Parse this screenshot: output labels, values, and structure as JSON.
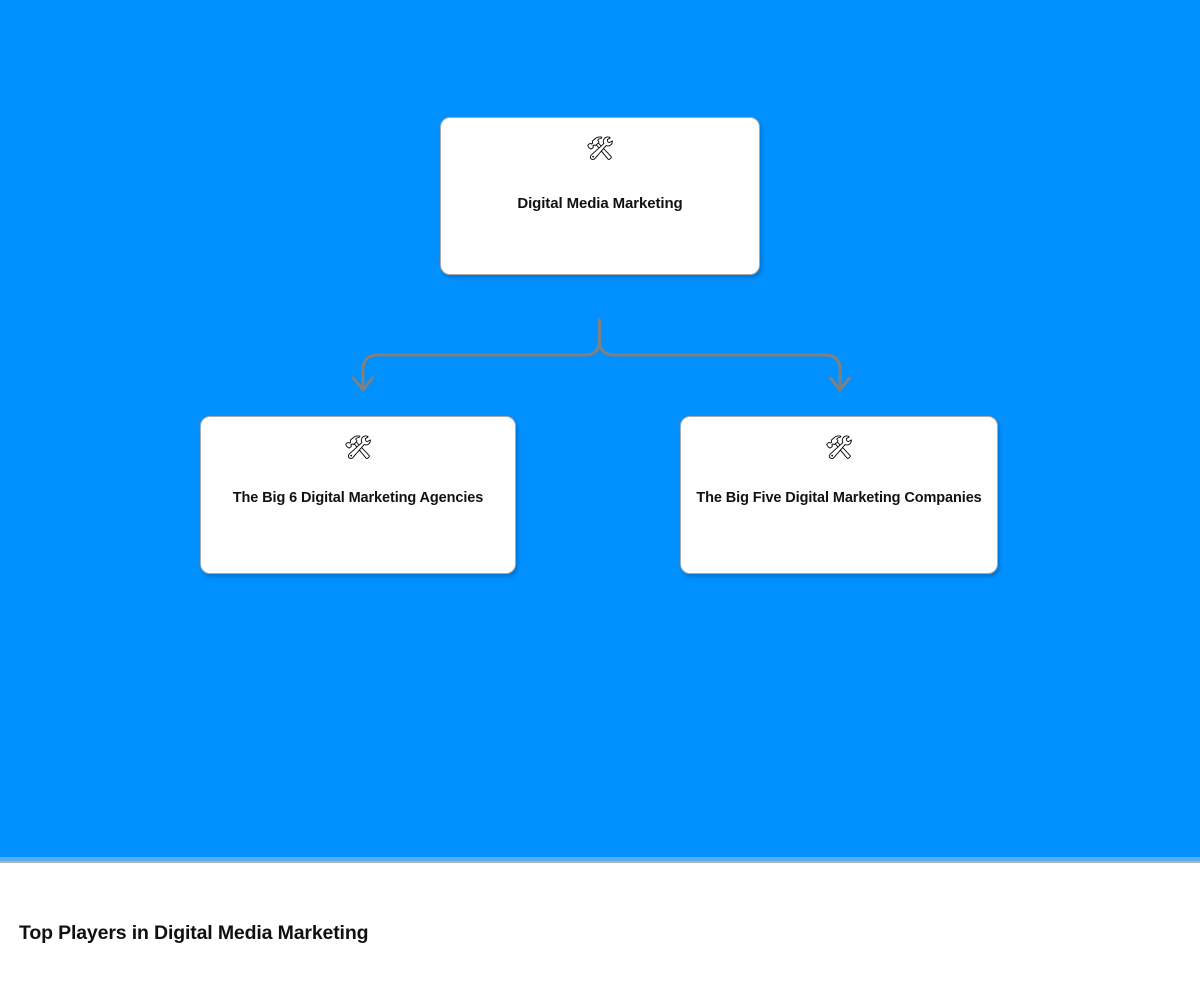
{
  "canvas": {
    "background_color": "#0190ff",
    "separator_color": "#55aef3",
    "rule_color": "#b3b3b3"
  },
  "connector": {
    "color": "#808080",
    "stroke_width": 3,
    "style": "branching-elbow-with-arrowheads"
  },
  "mindmap": {
    "root": {
      "icon": "hammer-and-wrench-icon",
      "icon_glyph": "🛠",
      "label": "Digital Media Marketing"
    },
    "children": [
      {
        "icon": "hammer-and-wrench-icon",
        "icon_glyph": "🛠",
        "label": "The Big 6 Digital Marketing Agencies"
      },
      {
        "icon": "hammer-and-wrench-icon",
        "icon_glyph": "🛠",
        "label": "The Big Five Digital Marketing Companies"
      }
    ]
  },
  "caption": {
    "title": "Top Players in Digital Media Marketing"
  }
}
